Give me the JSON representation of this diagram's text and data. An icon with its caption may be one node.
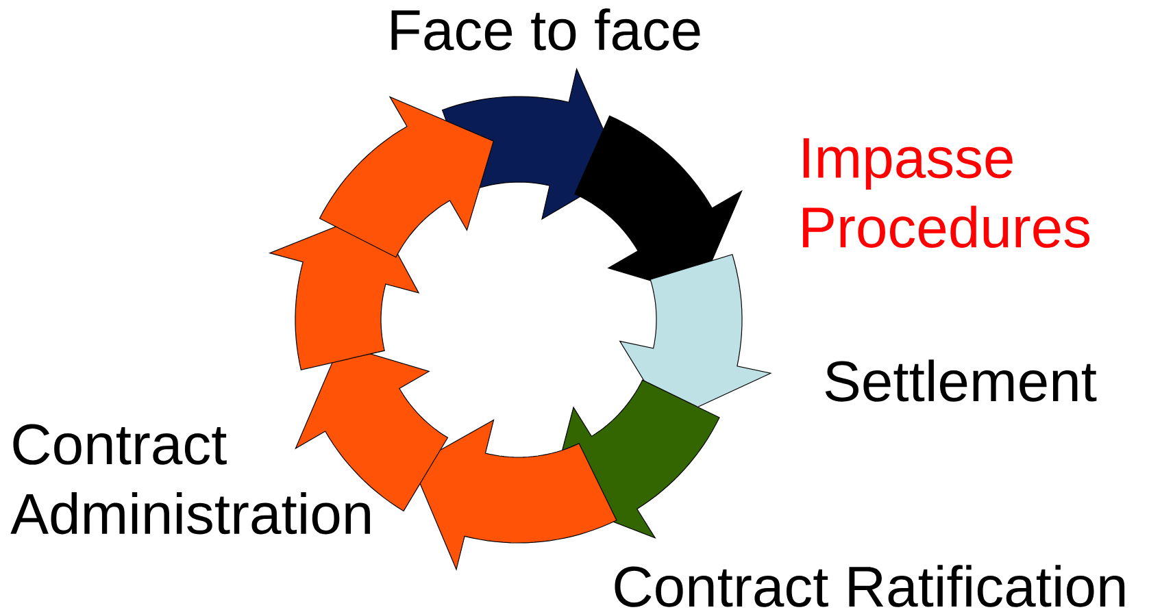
{
  "diagram": {
    "labels": [
      "Face to face",
      "Impasse Procedures",
      "Settlement",
      "Contract Ratification",
      "Contract Administration"
    ]
  }
}
